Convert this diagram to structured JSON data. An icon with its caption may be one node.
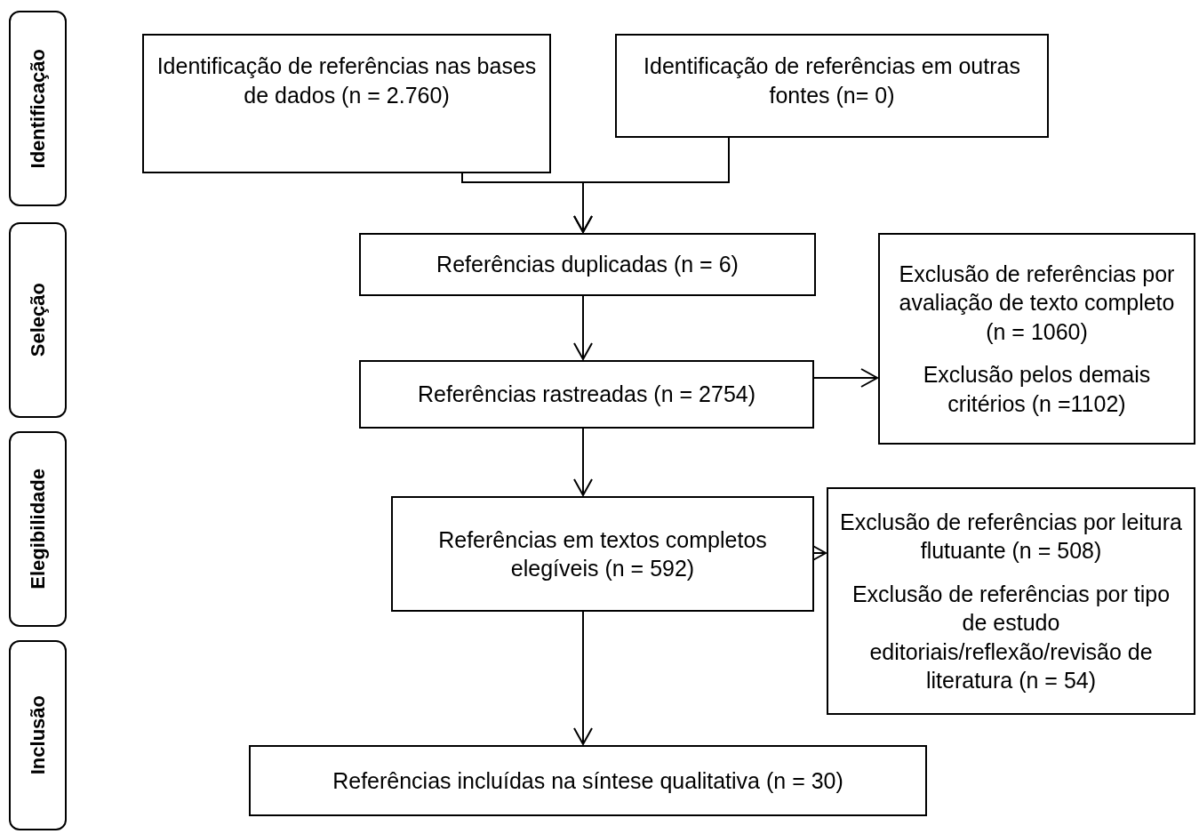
{
  "diagram": {
    "nodes": [
      {
        "text": [
          "Identificação"
        ]
      },
      {
        "text": [
          "Seleção"
        ]
      },
      {
        "text": [
          "Elegibilidade"
        ]
      },
      {
        "text": [
          "Inclusão"
        ]
      },
      {
        "text": [
          "Identificação de referências nas bases de dados (n = 2.760)"
        ]
      },
      {
        "text": [
          "Identificação de referências em outras fontes (n= 0)"
        ]
      },
      {
        "text": [
          "Referências duplicadas (n = 6)"
        ]
      },
      {
        "text": [
          "Exclusão de referências por avaliação de texto completo (n = 1060)",
          "Exclusão pelos demais critérios (n =1102)"
        ]
      },
      {
        "text": [
          "Referências rastreadas (n = 2754)"
        ]
      },
      {
        "text": [
          "Referências em textos completos elegíveis (n = 592)"
        ]
      },
      {
        "text": [
          "Exclusão de referências por leitura flutuante (n = 508)",
          "Exclusão de referências por tipo de estudo editoriais/reflexão/revisão de literatura (n = 54)"
        ]
      },
      {
        "text": [
          "Referências incluídas na síntese qualitativa (n = 30)"
        ]
      }
    ],
    "edges": [
      {
        "from": 4,
        "to": 6,
        "arrow": "to"
      },
      {
        "from": 5,
        "to": 6,
        "arrow": "to"
      },
      {
        "from": 6,
        "to": 8,
        "arrow": "to"
      },
      {
        "from": 8,
        "to": 7,
        "arrow": "to"
      },
      {
        "from": 8,
        "to": 9,
        "arrow": "to"
      },
      {
        "from": 9,
        "to": 10,
        "arrow": "to"
      },
      {
        "from": 9,
        "to": 11,
        "arrow": "to"
      }
    ]
  }
}
